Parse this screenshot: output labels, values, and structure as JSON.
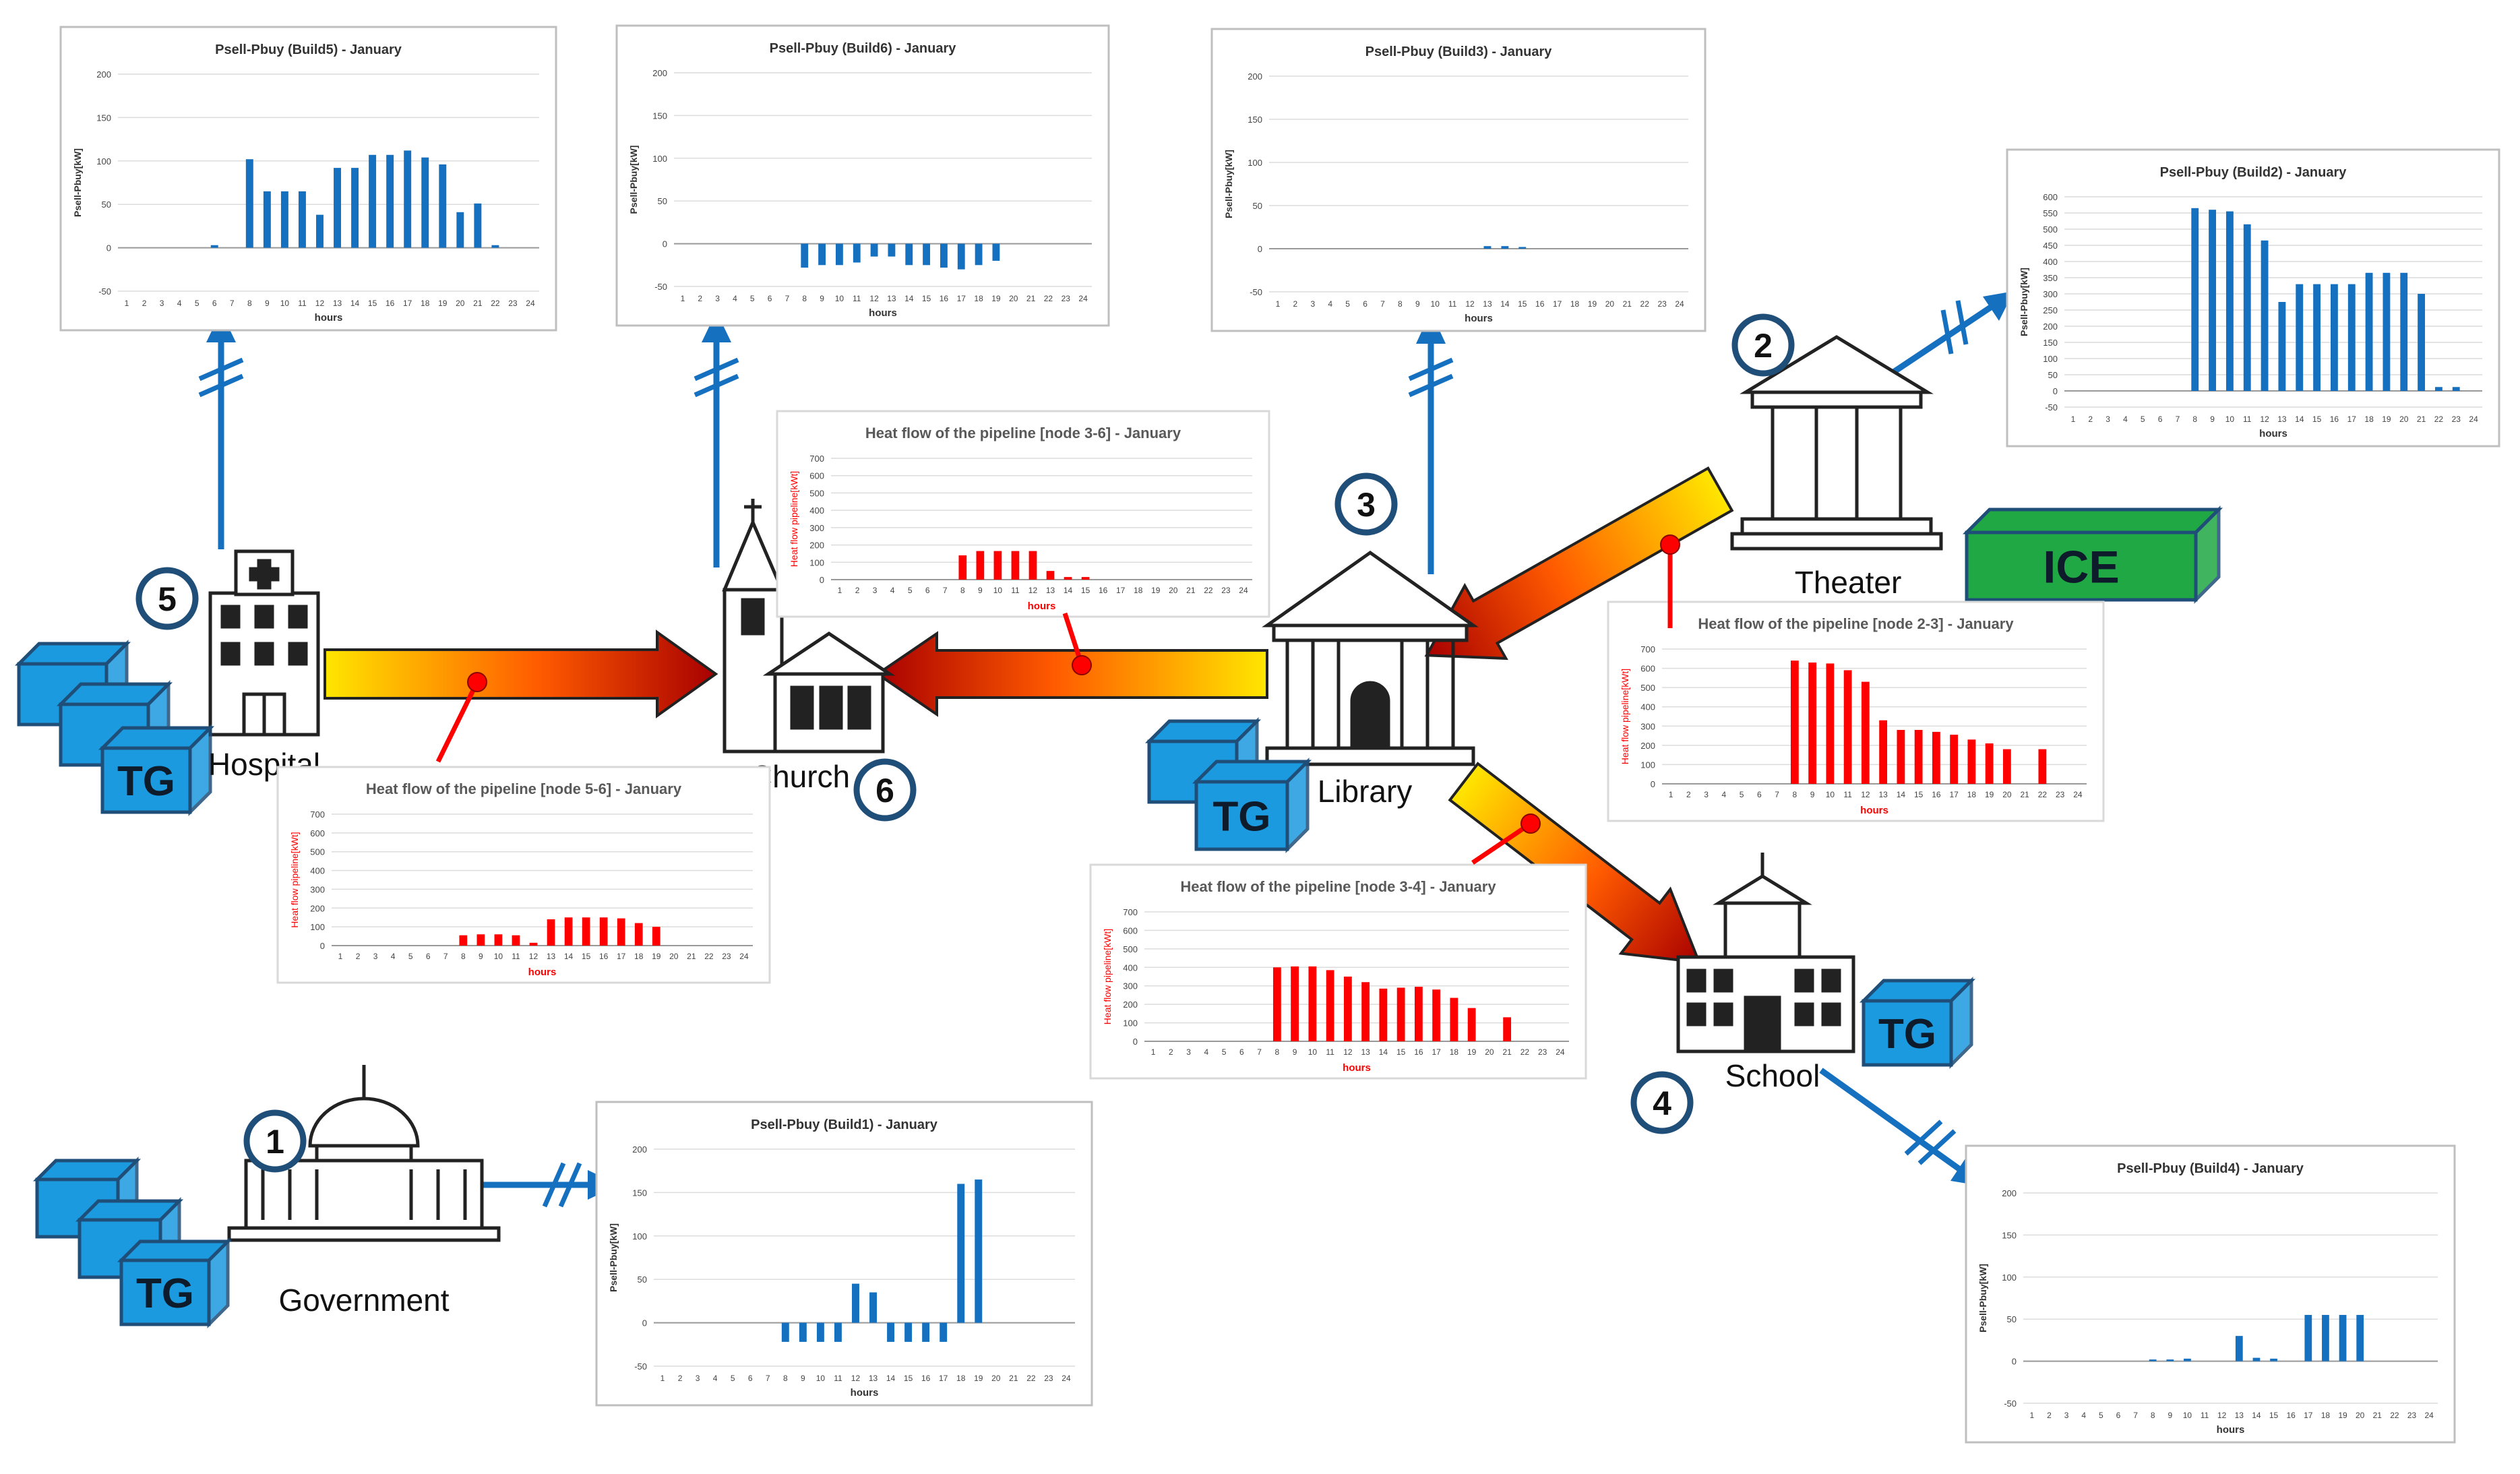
{
  "nodes": [
    {
      "id": "n1",
      "number": "1",
      "label": "Government",
      "tg": true
    },
    {
      "id": "n2",
      "number": "2",
      "label": "Theater",
      "tg": false
    },
    {
      "id": "n3",
      "number": "3",
      "label": "Library",
      "tg": true
    },
    {
      "id": "n4",
      "number": "4",
      "label": "School",
      "tg": true
    },
    {
      "id": "n5",
      "number": "5",
      "label": "Hospital",
      "tg": true
    },
    {
      "id": "n6",
      "number": "6",
      "label": "Church",
      "tg": false
    }
  ],
  "tg_label": "TG",
  "ice_label": "ICE",
  "colors": {
    "electric": "#1570bf",
    "heat": "#ff0000",
    "badge_ring": "#1f4e79",
    "tg_fill": "#1c9ae0",
    "ice_fill": "#1fa844"
  },
  "chart_data": [
    {
      "id": "b5",
      "type": "bar",
      "title": "Psell-Pbuy (Build5) - January",
      "xlabel": "hours",
      "ylabel": "Psell-Pbuy[kW]",
      "categories": [
        "1",
        "2",
        "3",
        "4",
        "5",
        "6",
        "7",
        "8",
        "9",
        "10",
        "11",
        "12",
        "13",
        "14",
        "15",
        "16",
        "17",
        "18",
        "19",
        "20",
        "21",
        "22",
        "23",
        "24"
      ],
      "ylim": [
        -50,
        200
      ],
      "yticks": [
        -50,
        0,
        50,
        100,
        150,
        200
      ],
      "grid": true,
      "color": "#1570bf",
      "values": [
        0,
        0,
        0,
        0,
        0,
        3,
        0,
        102,
        65,
        65,
        65,
        38,
        92,
        92,
        107,
        107,
        112,
        104,
        96,
        41,
        51,
        3,
        0,
        0
      ]
    },
    {
      "id": "b6",
      "type": "bar",
      "title": "Psell-Pbuy (Build6) - January",
      "xlabel": "hours",
      "ylabel": "Psell-Pbuy[kW]",
      "categories": [
        "1",
        "2",
        "3",
        "4",
        "5",
        "6",
        "7",
        "8",
        "9",
        "10",
        "11",
        "12",
        "13",
        "14",
        "15",
        "16",
        "17",
        "18",
        "19",
        "20",
        "21",
        "22",
        "23",
        "24"
      ],
      "ylim": [
        -50,
        200
      ],
      "yticks": [
        -50,
        0,
        50,
        100,
        150,
        200
      ],
      "grid": true,
      "color": "#1570bf",
      "values": [
        0,
        0,
        0,
        0,
        0,
        0,
        0,
        -28,
        -25,
        -25,
        -22,
        -15,
        -15,
        -25,
        -25,
        -28,
        -30,
        -25,
        -20,
        0,
        0,
        0,
        0,
        0
      ]
    },
    {
      "id": "b3",
      "type": "bar",
      "title": "Psell-Pbuy (Build3) - January",
      "xlabel": "hours",
      "ylabel": "Psell-Pbuy[kW]",
      "categories": [
        "1",
        "2",
        "3",
        "4",
        "5",
        "6",
        "7",
        "8",
        "9",
        "10",
        "11",
        "12",
        "13",
        "14",
        "15",
        "16",
        "17",
        "18",
        "19",
        "20",
        "21",
        "22",
        "23",
        "24"
      ],
      "ylim": [
        -50,
        200
      ],
      "yticks": [
        -50,
        0,
        50,
        100,
        150,
        200
      ],
      "grid": true,
      "color": "#1570bf",
      "values": [
        0,
        0,
        0,
        0,
        0,
        0,
        0,
        0,
        0,
        0,
        0,
        0,
        3,
        3,
        2,
        0,
        0,
        0,
        0,
        0,
        0,
        0,
        0,
        0
      ]
    },
    {
      "id": "b2",
      "type": "bar",
      "title": "Psell-Pbuy (Build2) - January",
      "xlabel": "hours",
      "ylabel": "Psell-Pbuy[kW]",
      "categories": [
        "1",
        "2",
        "3",
        "4",
        "5",
        "6",
        "7",
        "8",
        "9",
        "10",
        "11",
        "12",
        "13",
        "14",
        "15",
        "16",
        "17",
        "18",
        "19",
        "20",
        "21",
        "22",
        "23",
        "24"
      ],
      "ylim": [
        -50,
        600
      ],
      "yticks": [
        -50,
        0,
        50,
        100,
        150,
        200,
        250,
        300,
        350,
        400,
        450,
        500,
        550,
        600
      ],
      "grid": true,
      "color": "#1570bf",
      "values": [
        0,
        0,
        0,
        0,
        0,
        0,
        0,
        565,
        560,
        555,
        515,
        465,
        275,
        330,
        330,
        330,
        330,
        365,
        365,
        365,
        300,
        12,
        12,
        0
      ]
    },
    {
      "id": "b1",
      "type": "bar",
      "title": "Psell-Pbuy (Build1) - January",
      "xlabel": "hours",
      "ylabel": "Psell-Pbuy[kW]",
      "categories": [
        "1",
        "2",
        "3",
        "4",
        "5",
        "6",
        "7",
        "8",
        "9",
        "10",
        "11",
        "12",
        "13",
        "14",
        "15",
        "16",
        "17",
        "18",
        "19",
        "20",
        "21",
        "22",
        "23",
        "24"
      ],
      "ylim": [
        -50,
        200
      ],
      "yticks": [
        -50,
        0,
        50,
        100,
        150,
        200
      ],
      "grid": true,
      "color": "#1570bf",
      "values": [
        0,
        0,
        0,
        0,
        0,
        0,
        0,
        -22,
        -22,
        -22,
        -22,
        45,
        35,
        -22,
        -22,
        -22,
        -22,
        160,
        165,
        0,
        0,
        0,
        0,
        0
      ]
    },
    {
      "id": "b4",
      "type": "bar",
      "title": "Psell-Pbuy (Build4) - January",
      "xlabel": "hours",
      "ylabel": "Psell-Pbuy[kW]",
      "categories": [
        "1",
        "2",
        "3",
        "4",
        "5",
        "6",
        "7",
        "8",
        "9",
        "10",
        "11",
        "12",
        "13",
        "14",
        "15",
        "16",
        "17",
        "18",
        "19",
        "20",
        "21",
        "22",
        "23",
        "24"
      ],
      "ylim": [
        -50,
        200
      ],
      "yticks": [
        -50,
        0,
        50,
        100,
        150,
        200
      ],
      "grid": true,
      "color": "#1570bf",
      "values": [
        0,
        0,
        0,
        0,
        0,
        0,
        0,
        2,
        2,
        3,
        0,
        0,
        30,
        4,
        3,
        0,
        55,
        55,
        55,
        55,
        0,
        0,
        0,
        0
      ]
    },
    {
      "id": "h36",
      "type": "bar",
      "title": "Heat flow of the pipeline [node 3-6] - January",
      "xlabel": "hours",
      "ylabel": "Heat flow pipeline[kWt]",
      "categories": [
        "1",
        "2",
        "3",
        "4",
        "5",
        "6",
        "7",
        "8",
        "9",
        "10",
        "11",
        "12",
        "13",
        "14",
        "15",
        "16",
        "17",
        "18",
        "19",
        "20",
        "21",
        "22",
        "23",
        "24"
      ],
      "ylim": [
        0,
        700
      ],
      "yticks": [
        0,
        100,
        200,
        300,
        400,
        500,
        600,
        700
      ],
      "grid": true,
      "color": "#ff0000",
      "values": [
        0,
        0,
        0,
        0,
        0,
        0,
        0,
        140,
        165,
        165,
        165,
        165,
        50,
        15,
        15,
        0,
        0,
        0,
        0,
        0,
        0,
        0,
        0,
        0
      ]
    },
    {
      "id": "h23",
      "type": "bar",
      "title": "Heat flow of the pipeline [node 2-3] - January",
      "xlabel": "hours",
      "ylabel": "Heat flow pipeline[kWt]",
      "categories": [
        "1",
        "2",
        "3",
        "4",
        "5",
        "6",
        "7",
        "8",
        "9",
        "10",
        "11",
        "12",
        "13",
        "14",
        "15",
        "16",
        "17",
        "18",
        "19",
        "20",
        "21",
        "22",
        "23",
        "24"
      ],
      "ylim": [
        0,
        700
      ],
      "yticks": [
        0,
        100,
        200,
        300,
        400,
        500,
        600,
        700
      ],
      "grid": true,
      "color": "#ff0000",
      "values": [
        0,
        0,
        0,
        0,
        0,
        0,
        0,
        640,
        630,
        625,
        590,
        530,
        330,
        280,
        280,
        270,
        255,
        230,
        210,
        180,
        0,
        180,
        0,
        0
      ]
    },
    {
      "id": "h56",
      "type": "bar",
      "title": "Heat flow of the pipeline [node 5-6] - January",
      "xlabel": "hours",
      "ylabel": "Heat flow pipeline[kWt]",
      "categories": [
        "1",
        "2",
        "3",
        "4",
        "5",
        "6",
        "7",
        "8",
        "9",
        "10",
        "11",
        "12",
        "13",
        "14",
        "15",
        "16",
        "17",
        "18",
        "19",
        "20",
        "21",
        "22",
        "23",
        "24"
      ],
      "ylim": [
        0,
        700
      ],
      "yticks": [
        0,
        100,
        200,
        300,
        400,
        500,
        600,
        700
      ],
      "grid": true,
      "color": "#ff0000",
      "values": [
        0,
        0,
        0,
        0,
        0,
        0,
        0,
        55,
        60,
        60,
        55,
        15,
        140,
        150,
        150,
        150,
        145,
        120,
        100,
        0,
        0,
        0,
        0,
        0
      ]
    },
    {
      "id": "h34",
      "type": "bar",
      "title": "Heat flow of the pipeline [node 3-4] - January",
      "xlabel": "hours",
      "ylabel": "Heat flow pipeline[kWt]",
      "categories": [
        "1",
        "2",
        "3",
        "4",
        "5",
        "6",
        "7",
        "8",
        "9",
        "10",
        "11",
        "12",
        "13",
        "14",
        "15",
        "16",
        "17",
        "18",
        "19",
        "20",
        "21",
        "22",
        "23",
        "24"
      ],
      "ylim": [
        0,
        700
      ],
      "yticks": [
        0,
        100,
        200,
        300,
        400,
        500,
        600,
        700
      ],
      "grid": true,
      "color": "#ff0000",
      "values": [
        0,
        0,
        0,
        0,
        0,
        0,
        0,
        400,
        405,
        405,
        385,
        350,
        320,
        285,
        290,
        295,
        280,
        235,
        180,
        0,
        130,
        0,
        0,
        0
      ]
    }
  ]
}
